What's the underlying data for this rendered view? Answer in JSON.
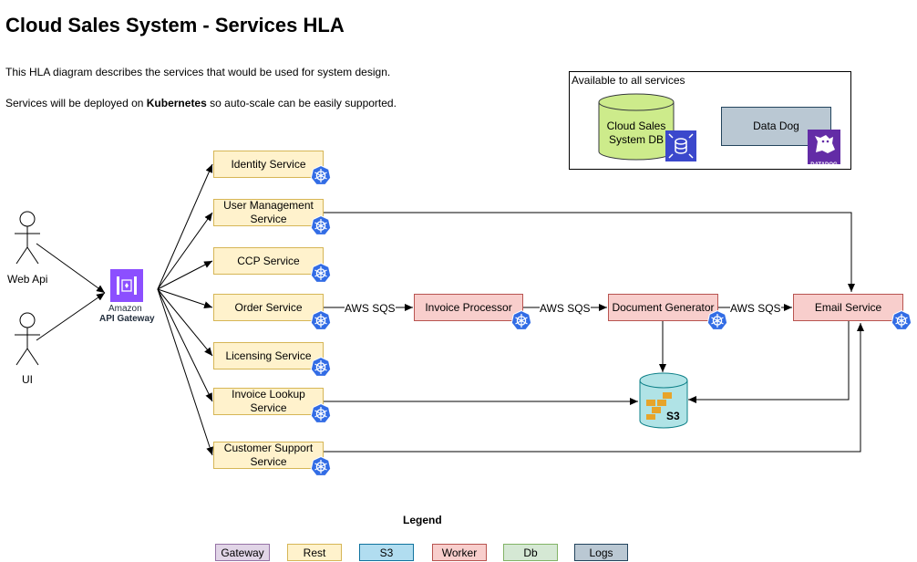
{
  "title": "Cloud Sales System - Services HLA",
  "description": {
    "line1": "This HLA diagram describes the services that would be used for system design.",
    "line2_prefix": "Services will be deployed on ",
    "line2_bold": "Kubernetes",
    "line2_suffix": " so auto-scale can be easily supported."
  },
  "shared": {
    "label": "Available to all services",
    "db": "Cloud Sales System DB",
    "datadog": "Data Dog",
    "datadog_logo_text": "DATADOG"
  },
  "actors": {
    "web_api": "Web Api",
    "ui": "UI"
  },
  "gateway": {
    "line1": "Amazon",
    "line2": "API Gateway"
  },
  "services": {
    "identity": "Identity Service",
    "user_management": "User Management Service",
    "ccp": "CCP Service",
    "order": "Order Service",
    "licensing": "Licensing Service",
    "invoice_lookup": "Invoice Lookup Service",
    "customer_support": "Customer Support Service"
  },
  "workers": {
    "invoice_processor": "Invoice Processor",
    "document_generator": "Document Generator",
    "email_service": "Email Service"
  },
  "edge_labels": {
    "sqs1": "AWS SQS",
    "sqs2": "AWS SQS",
    "sqs3": "AWS SQS"
  },
  "storage": {
    "s3": "S3"
  },
  "legend": {
    "title": "Legend",
    "items": [
      "Gateway",
      "Rest",
      "S3",
      "Worker",
      "Db",
      "Logs"
    ]
  },
  "colors": {
    "k8s_blue": "#326ce5",
    "gateway_purple": "#8c4fff",
    "datadog_purple": "#632ca6",
    "rds_blue": "#3b48cc",
    "s3_orange": "#e7a42a"
  }
}
